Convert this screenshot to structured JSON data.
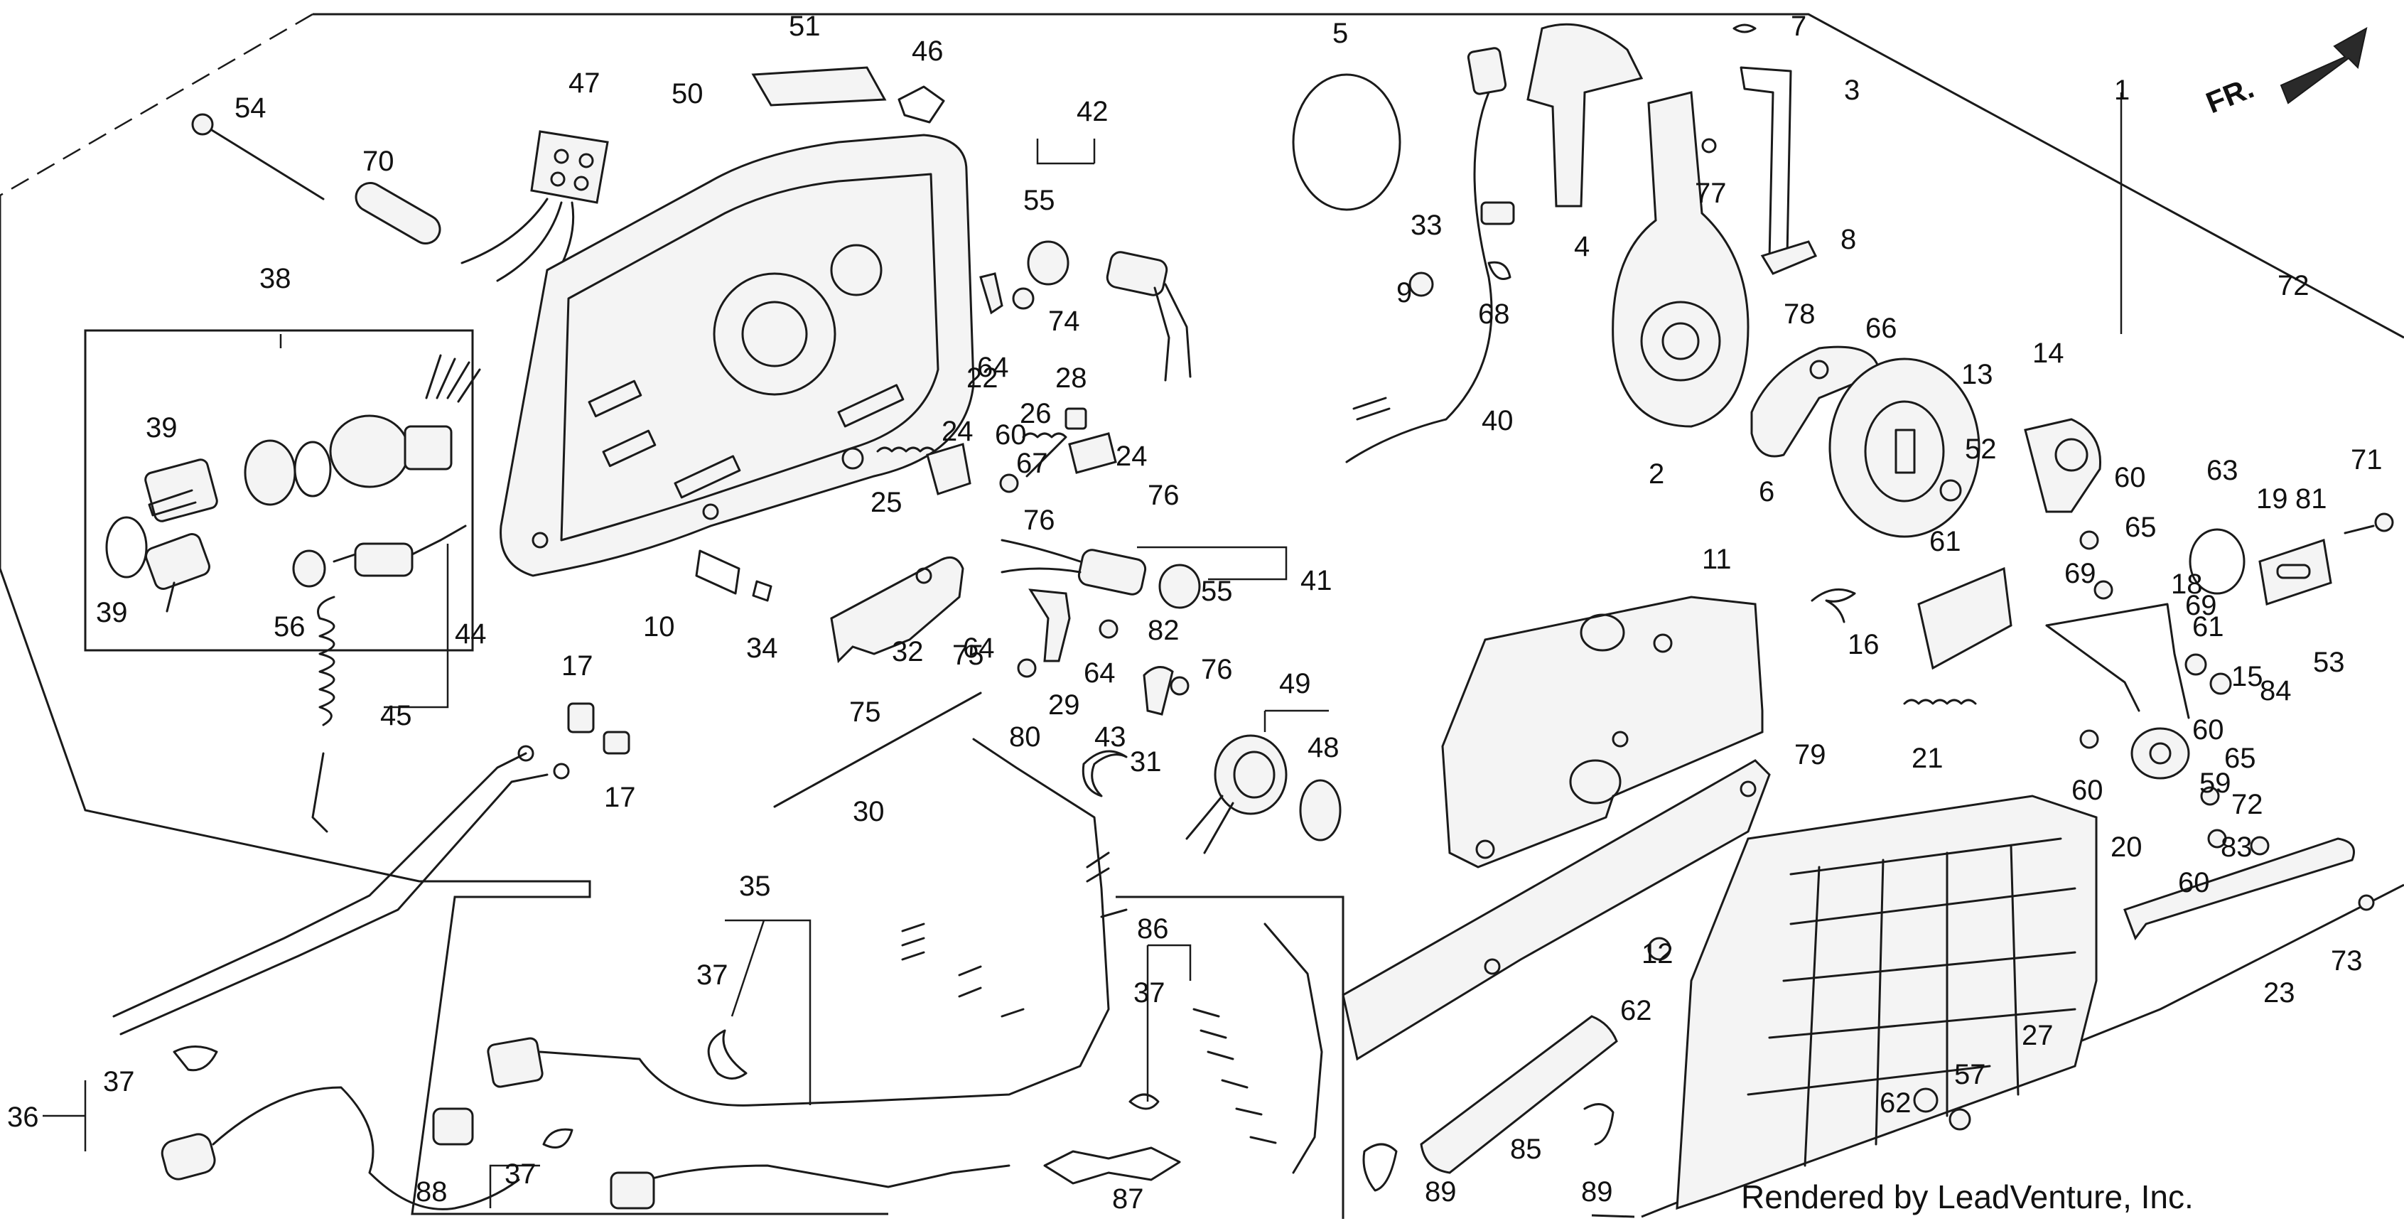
{
  "diagram": {
    "credit": "Rendered by LeadVenture, Inc.",
    "direction_label": "FR.",
    "callouts": [
      "1",
      "2",
      "3",
      "4",
      "5",
      "6",
      "7",
      "8",
      "9",
      "10",
      "11",
      "12",
      "13",
      "14",
      "15",
      "16",
      "17",
      "17",
      "18",
      "19",
      "20",
      "21",
      "22",
      "23",
      "24",
      "24",
      "25",
      "26",
      "27",
      "28",
      "29",
      "30",
      "31",
      "32",
      "33",
      "34",
      "35",
      "36",
      "37",
      "37",
      "37",
      "37",
      "38",
      "39",
      "39",
      "40",
      "41",
      "42",
      "43",
      "44",
      "45",
      "46",
      "47",
      "48",
      "49",
      "50",
      "51",
      "52",
      "53",
      "54",
      "55",
      "55",
      "56",
      "57",
      "59",
      "60",
      "60",
      "60",
      "60",
      "60",
      "61",
      "61",
      "62",
      "62",
      "63",
      "64",
      "64",
      "64",
      "65",
      "65",
      "66",
      "67",
      "68",
      "69",
      "69",
      "70",
      "71",
      "72",
      "72",
      "73",
      "74",
      "75",
      "75",
      "76",
      "76",
      "76",
      "77",
      "78",
      "79",
      "80",
      "81",
      "82",
      "83",
      "84",
      "85",
      "86",
      "87",
      "88",
      "89",
      "89"
    ]
  }
}
